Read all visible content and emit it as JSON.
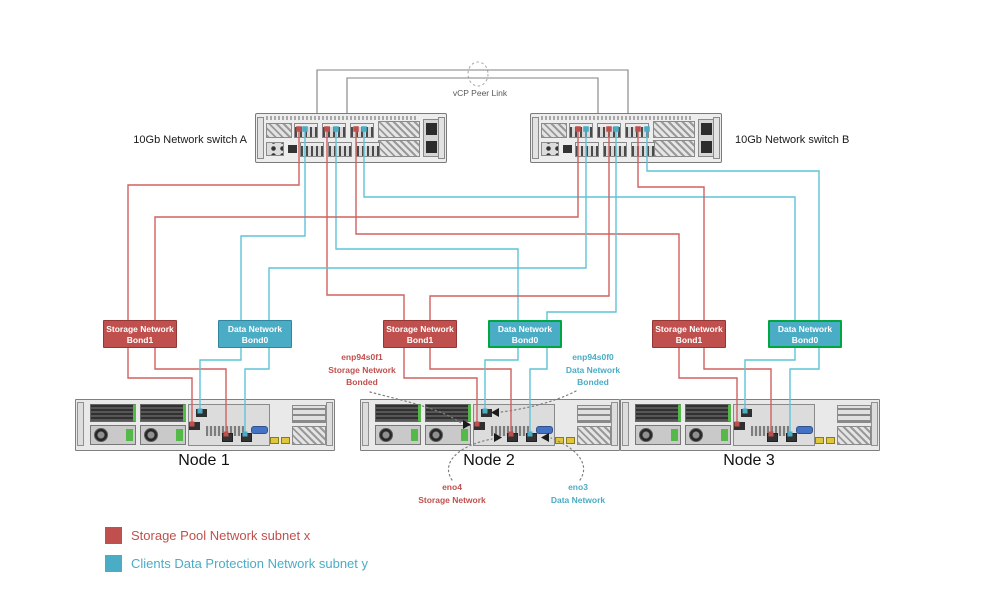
{
  "peer_link_label": "vCP Peer Link",
  "switches": [
    {
      "id": "A",
      "label": "10Gb Network switch A"
    },
    {
      "id": "B",
      "label": "10Gb Network switch B"
    }
  ],
  "nodes": [
    {
      "label": "Node 1",
      "storage_bond": {
        "line1": "Storage Network",
        "line2": "Bond1"
      },
      "data_bond": {
        "line1": "Data Network",
        "line2": "Bond0"
      },
      "data_bond_highlighted": false
    },
    {
      "label": "Node 2",
      "storage_bond": {
        "line1": "Storage Network",
        "line2": "Bond1"
      },
      "data_bond": {
        "line1": "Data Network",
        "line2": "Bond0"
      },
      "data_bond_highlighted": true,
      "callouts": {
        "storage_bonded": [
          "enp94s0f1",
          "Storage Network",
          "Bonded"
        ],
        "data_bonded": [
          "enp94s0f0",
          "Data Network",
          "Bonded"
        ],
        "storage_port": [
          "eno4",
          "Storage Network"
        ],
        "data_port": [
          "eno3",
          "Data Network"
        ]
      }
    },
    {
      "label": "Node 3",
      "storage_bond": {
        "line1": "Storage Network",
        "line2": "Bond1"
      },
      "data_bond": {
        "line1": "Data Network",
        "line2": "Bond0"
      },
      "data_bond_highlighted": true
    }
  ],
  "legend": [
    {
      "color": "#c0504d",
      "label": "Storage Pool Network subnet x"
    },
    {
      "color": "#4bacc6",
      "label": "Clients Data Protection Network subnet y"
    }
  ],
  "colors": {
    "storage": "#c0504d",
    "data": "#4bacc6",
    "storage_line": "#d0615e",
    "data_line": "#5fc3d7",
    "highlight": "#00a640",
    "peer_line": "#808080"
  }
}
